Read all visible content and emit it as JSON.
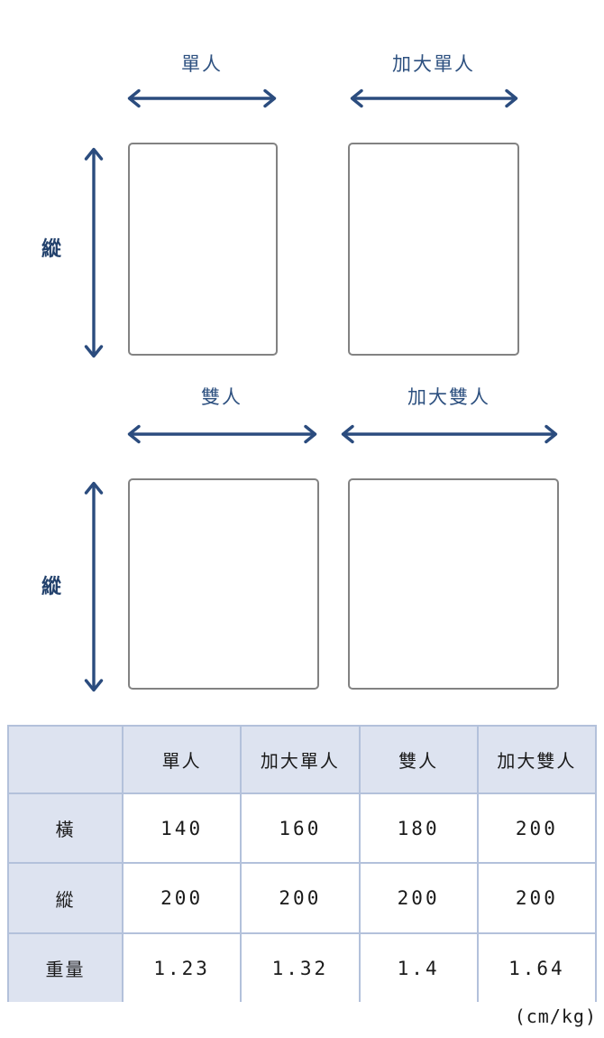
{
  "theme": {
    "arrow_color": "#2B4C7E",
    "label_color": "#2E5180",
    "rect_border": "#828282",
    "table_border": "#B3C1DB",
    "cell_bg": "#DDE3F0",
    "text_color": "#1A1A1A"
  },
  "diagram": {
    "vertical_axis_label": "縱",
    "sizes": [
      {
        "name": "單人"
      },
      {
        "name": "加大單人"
      },
      {
        "name": "雙人"
      },
      {
        "name": "加大雙人"
      }
    ]
  },
  "table": {
    "columns": [
      "",
      "單人",
      "加大單人",
      "雙人",
      "加大雙人"
    ],
    "rows": [
      {
        "label": "橫",
        "values": [
          "140",
          "160",
          "180",
          "200"
        ]
      },
      {
        "label": "縱",
        "values": [
          "200",
          "200",
          "200",
          "200"
        ]
      },
      {
        "label": "重量",
        "values": [
          "1.23",
          "1.32",
          "1.4",
          "1.64"
        ]
      }
    ]
  },
  "unit_note": "(cm/kg)"
}
